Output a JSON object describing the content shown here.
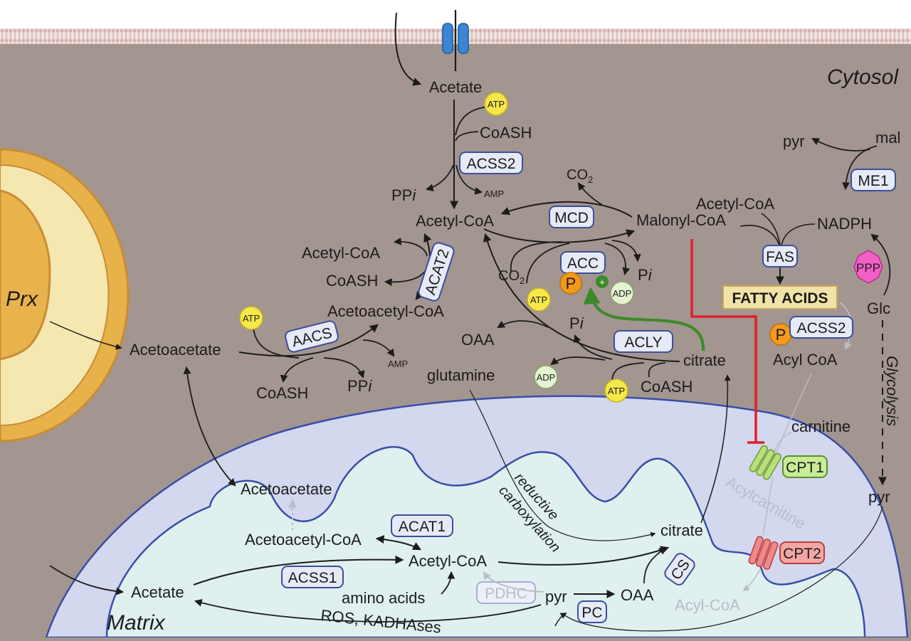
{
  "compartments": {
    "cytosol": "Cytosol",
    "matrix": "Matrix",
    "prx": "Prx"
  },
  "cofactors": {
    "atp": "ATP",
    "adp": "ADP",
    "amp": "AMP",
    "coash": "CoASH",
    "ppi": "PP",
    "ppi_i": "i",
    "pi": "P",
    "pi_i": "i",
    "co2": "CO",
    "co2_sub": "2",
    "phospho": "P",
    "plus": "+"
  },
  "metabolites": {
    "acetate_cyto": "Acetate",
    "acetyl_coa_cyto": "Acetyl-CoA",
    "acetyl_coa_left": "Acetyl-CoA",
    "acetoacetyl_coa_cyto": "Acetoacetyl-CoA",
    "acetoacetate_cyto": "Acetoacetate",
    "malonyl_coa": "Malonyl-CoA",
    "acetyl_coa_fas": "Acetyl-CoA",
    "nadph": "NADPH",
    "pyr_top": "pyr",
    "mal": "mal",
    "fatty_acids": "FATTY ACIDS",
    "acyl_coa_cyto": "Acyl CoA",
    "carnitine": "carnitine",
    "glc": "Glc",
    "pyr_cyto": "pyr",
    "oaa_cyto": "OAA",
    "glutamine": "glutamine",
    "citrate_cyto": "citrate",
    "acylcarnitine": "Acylcarnitine",
    "acyl_coa_mito": "Acyl-CoA",
    "acetoacetate_mito": "Acetoacetate",
    "acetoacetyl_coa_mito": "Acetoacetyl-CoA",
    "acetyl_coa_mito": "Acetyl-CoA",
    "acetate_mito": "Acetate",
    "amino_acids": "amino acids",
    "pyr_mito": "pyr",
    "oaa_mito": "OAA",
    "citrate_mito": "citrate",
    "ros": "ROS, KADHAses"
  },
  "enzymes": {
    "acss2": "ACSS2",
    "mcd": "MCD",
    "acc": "ACC",
    "acat2": "ACAT2",
    "aacs": "AACS",
    "acly": "ACLY",
    "fas": "FAS",
    "me1": "ME1",
    "ppp": "PPP",
    "acss2_p": "ACSS2",
    "cpt1": "CPT1",
    "cpt2": "CPT2",
    "acat1": "ACAT1",
    "acss1": "ACSS1",
    "pdhc": "PDHC",
    "cs": "CS",
    "pc": "PC"
  },
  "pathways": {
    "reductive_1": "reductive",
    "reductive_2": "carboxylation",
    "glycolysis": "Glycolysis"
  },
  "colors": {
    "background": "#a39590",
    "membrane": "#d9b8b3",
    "matrix_fill": "#dff0ef",
    "ims_fill": "#d3d8ee",
    "mito_border": "#3a4ea6",
    "enzyme_fill": "#e6eaf6",
    "enzyme_border": "#3f4d9a",
    "atp": "#f6e84a",
    "adp": "#e6f3d2",
    "phospho": "#f49a1a",
    "inhibition": "#e0202a",
    "activation": "#3c8a2a",
    "peroxisome": "#f3c857"
  }
}
